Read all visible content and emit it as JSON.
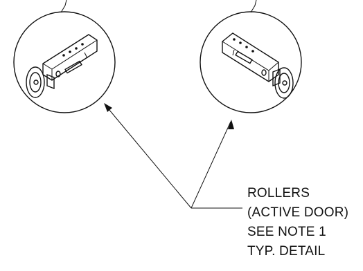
{
  "callout": {
    "lines": [
      "ROLLERS",
      "(ACTIVE DOOR)",
      "SEE NOTE 1",
      "TYP. DETAIL"
    ]
  }
}
